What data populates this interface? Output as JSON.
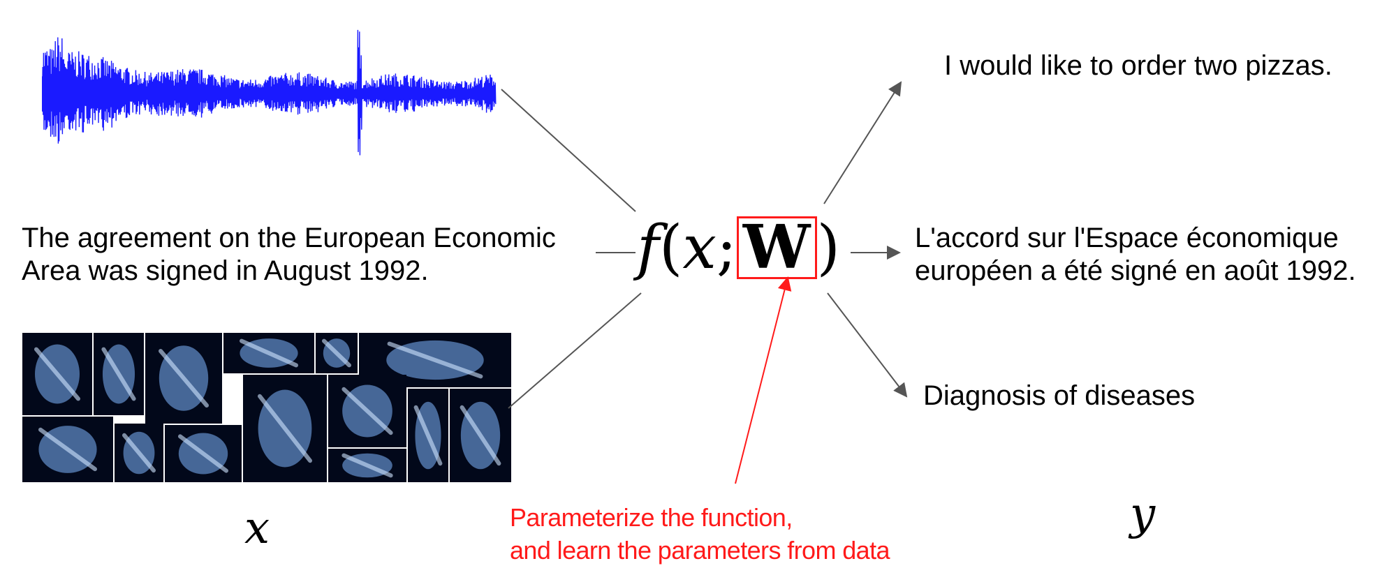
{
  "inputs": {
    "sentence_en_line1": "The agreement on the European Economic",
    "sentence_en_line2": "Area was signed in August 1992.",
    "var_x": "x"
  },
  "function": {
    "f": "f",
    "open": "(",
    "arg": "x",
    "sep": ";",
    "param": "W",
    "close": ")"
  },
  "outputs": {
    "speech_text": "I would like to order two pizzas.",
    "translation_line1": "L'accord sur l'Espace économique",
    "translation_line2": "européen a été signé en août 1992.",
    "diagnosis": "Diagnosis of diseases",
    "var_y": "y"
  },
  "annotation": {
    "line1": "Parameterize the function,",
    "line2": "and learn the parameters from data"
  },
  "colors": {
    "waveform": "#1a1aff",
    "xray_bg": "#02081a",
    "xray_bone": "#7fb6ff",
    "annotation": "#ff1a1a",
    "arrow": "#555555"
  },
  "icons": {
    "audio": "waveform-image",
    "medical": "xray-collage-image"
  }
}
